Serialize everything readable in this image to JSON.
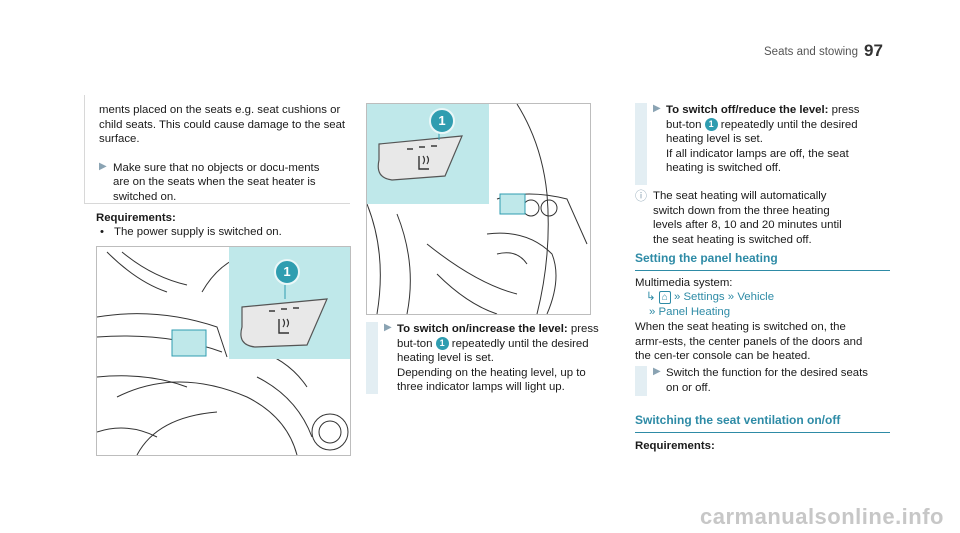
{
  "footer": {
    "section": "Seats and stowing",
    "page": "97"
  },
  "col1": {
    "warning_text": "ments placed on the seats e.g. seat cushions or child seats. This could cause damage to the seat surface.",
    "warning_step": "Make sure that no objects or docu-ments are on the seats when the seat heater is switched on.",
    "requirements_heading": "Requirements:",
    "requirement_1": "The power supply is switched on."
  },
  "col2": {
    "step_bold": "To switch on/increase the level:",
    "step_text1": " press but-ton ",
    "step_text2": " repeatedly until the desired heating level is set.",
    "step_text3": "Depending on the heating level, up to three indicator lamps will light up."
  },
  "col3": {
    "step_bold": "To switch off/reduce the level:",
    "step_text1": " press but-ton ",
    "step_text2": " repeatedly until the desired heating level is set.",
    "step_text3": "If all indicator lamps are off, the seat heating is switched off.",
    "note_text": "The seat heating will automatically switch down from the three heating levels after 8, 10 and 20 minutes until the seat heating is switched off.",
    "heading_panel": "Setting the panel heating",
    "multimedia": "Multimedia system:",
    "menu_settings": "Settings",
    "menu_vehicle": "Vehicle",
    "menu_panel": "Panel Heating",
    "panel_text": "When the seat heating is switched on, the armr-ests, the center panels of the doors and the cen-ter console can be heated.",
    "panel_step": "Switch the function for the desired seats on or off.",
    "heading_vent": "Switching the seat ventilation on/off",
    "requirements_heading": "Requirements:"
  },
  "badge_label": "1",
  "watermark": "carmanualsonline.info",
  "colors": {
    "accent": "#2e8ba6",
    "highlight": "#bfe8ea",
    "badge": "#2f9db0"
  },
  "icons": {
    "step_arrow": "triangle-right-icon",
    "note": "info-icon",
    "menu": "home-icon"
  }
}
